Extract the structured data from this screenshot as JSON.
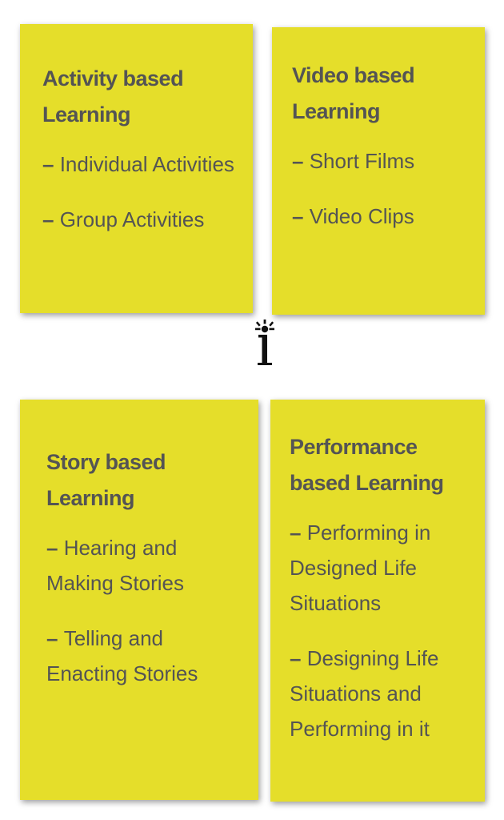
{
  "cards": [
    {
      "title": "Activity based Learning",
      "items": [
        "Individual Activities",
        "Group Activities"
      ]
    },
    {
      "title": "Video based Learning",
      "items": [
        "Short Films",
        "Video Clips"
      ]
    },
    {
      "title": "Story based Learning",
      "items": [
        "Hearing and Making Stories",
        "Telling and Enacting Stories"
      ]
    },
    {
      "title": "Performance based Learning",
      "items": [
        "Performing in Designed Life Situations",
        "Designing Life Situations and Performing in it"
      ]
    }
  ],
  "colors": {
    "card_background": "#e5de2a",
    "text": "#545454",
    "logo": "#111111"
  },
  "logo_icon": "lightbulb-i-logo-icon"
}
